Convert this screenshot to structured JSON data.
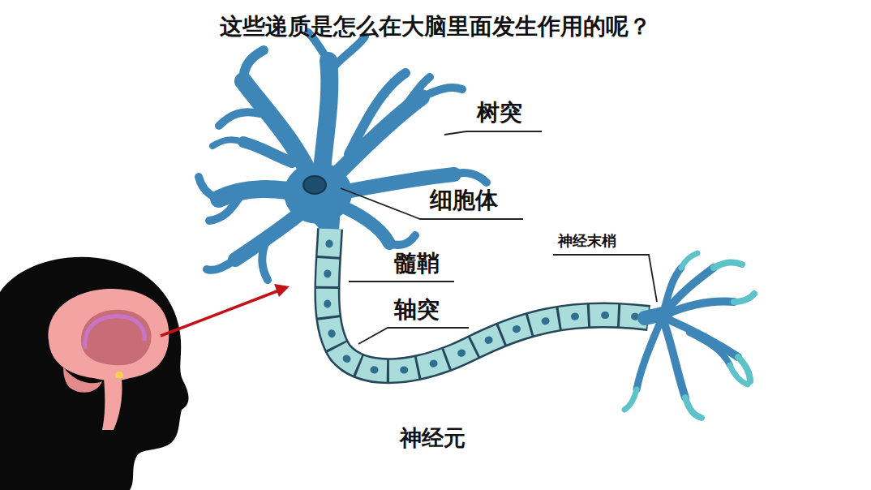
{
  "diagram": {
    "title": "这些递质是怎么在大脑里面发生作用的呢？",
    "caption": "神经元",
    "labels": [
      "树突",
      "细胞体",
      "髓鞘",
      "轴突",
      "神经末梢"
    ]
  }
}
